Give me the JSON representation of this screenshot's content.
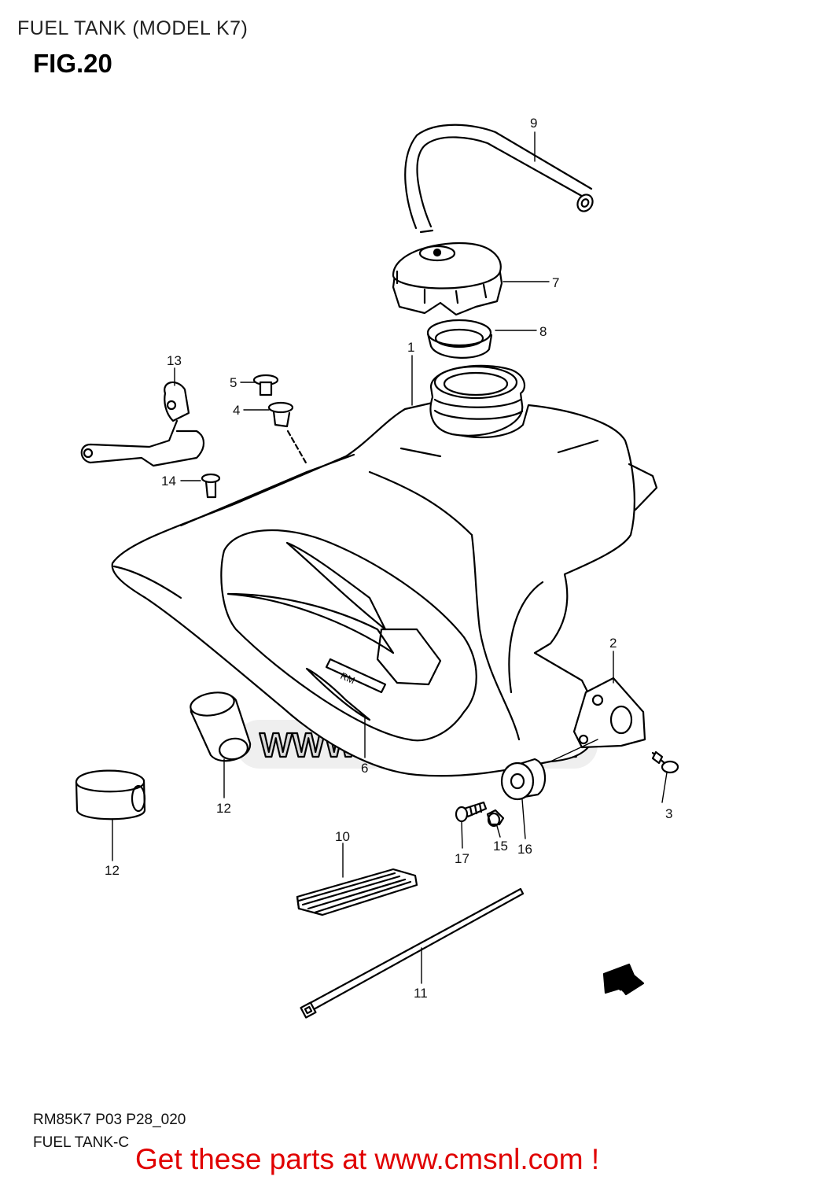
{
  "header": {
    "title": "FUEL TANK (MODEL K7)",
    "figure": "FIG.20"
  },
  "watermark": {
    "text": "WWW.CMSNL.COM",
    "color": "#d9d9d9"
  },
  "fwd_badge": {
    "text": "FWD"
  },
  "decal_text": "RM",
  "callouts": [
    {
      "id": "1",
      "label": "1"
    },
    {
      "id": "2",
      "label": "2"
    },
    {
      "id": "3",
      "label": "3"
    },
    {
      "id": "4",
      "label": "4"
    },
    {
      "id": "5",
      "label": "5"
    },
    {
      "id": "6",
      "label": "6"
    },
    {
      "id": "7",
      "label": "7"
    },
    {
      "id": "8",
      "label": "8"
    },
    {
      "id": "9",
      "label": "9"
    },
    {
      "id": "10",
      "label": "10"
    },
    {
      "id": "11",
      "label": "11"
    },
    {
      "id": "12a",
      "label": "12"
    },
    {
      "id": "12b",
      "label": "12"
    },
    {
      "id": "13",
      "label": "13"
    },
    {
      "id": "14",
      "label": "14"
    },
    {
      "id": "15",
      "label": "15"
    },
    {
      "id": "16",
      "label": "16"
    },
    {
      "id": "17",
      "label": "17"
    }
  ],
  "footer": {
    "code": "RM85K7 P03 P28_020",
    "name": "FUEL TANK-C",
    "promo": "Get these parts at www.cmsnl.com !",
    "promo_color": "#e00000"
  }
}
